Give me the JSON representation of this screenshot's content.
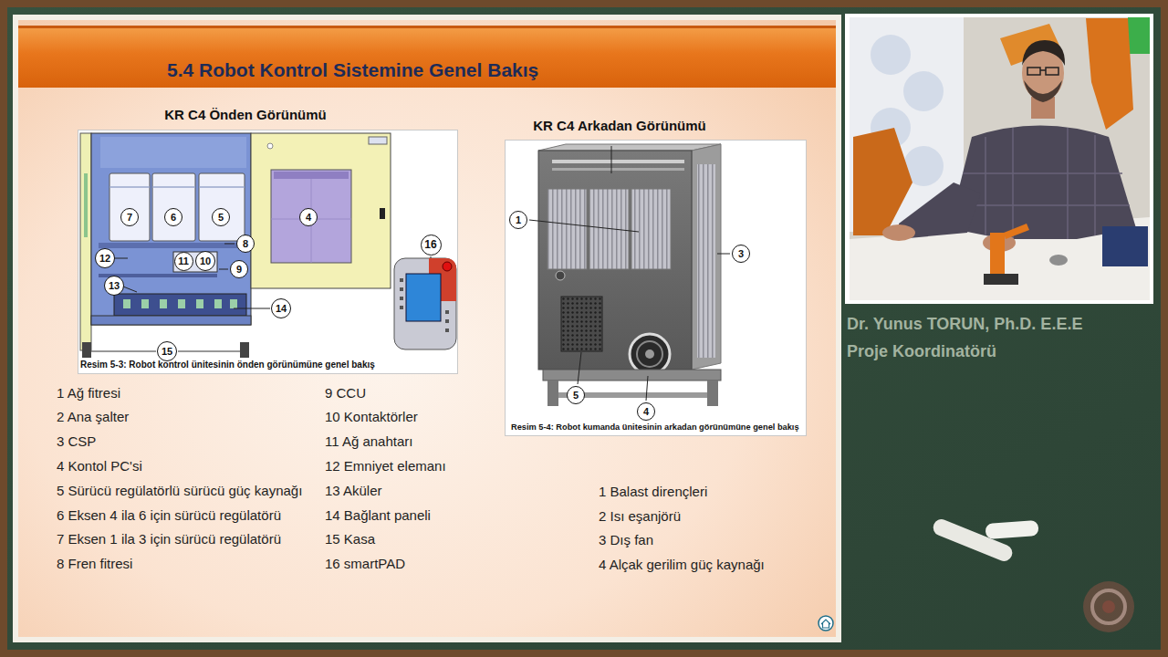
{
  "diagram": {
    "title": "5.4 Robot Kontrol Sistemine Genel Bakış",
    "nodes": [
      {
        "text": [
          "KR C4 Önden Görünümü",
          "Resim 5-3: Robot kontrol ünitesinin önden görünümüne genel bakış"
        ]
      },
      {
        "text": [
          "7"
        ],
        "in": 0
      },
      {
        "text": [
          "6"
        ],
        "in": 0
      },
      {
        "text": [
          "5"
        ],
        "in": 0
      },
      {
        "text": [
          "4"
        ],
        "in": 0
      },
      {
        "text": [
          "8"
        ],
        "in": 0
      },
      {
        "text": [
          "12"
        ],
        "in": 0
      },
      {
        "text": [
          "11"
        ],
        "in": 0
      },
      {
        "text": [
          "10"
        ],
        "in": 0
      },
      {
        "text": [
          "9"
        ],
        "in": 0
      },
      {
        "text": [
          "13"
        ],
        "in": 0
      },
      {
        "text": [
          "14"
        ],
        "in": 0
      },
      {
        "text": [
          "15"
        ],
        "in": 0
      },
      {
        "text": [
          "16"
        ],
        "in": 0
      },
      {
        "text": [
          "KR C4 Arkadan Görünümü",
          "Resim 5-4: Robot kumanda ünitesinin arkadan görünümüne genel bakış"
        ]
      },
      {
        "text": [
          "1"
        ],
        "in": 14
      },
      {
        "text": [
          "3"
        ],
        "in": 14
      },
      {
        "text": [
          "5"
        ],
        "in": 14
      },
      {
        "text": [
          "4"
        ],
        "in": 14
      }
    ],
    "labels": [
      "1 Ağ fitresi",
      "2 Ana şalter",
      "3 CSP",
      "4 Kontol PC'si",
      "5 Sürücü regülatörlü sürücü güç kaynağı",
      "6 Eksen 4 ila 6 için sürücü regülatörü",
      "7 Eksen 1 ila 3 için sürücü regülatörü",
      "8 Fren fitresi",
      "9 CCU",
      "10 Kontaktörler",
      "11 Ağ anahtarı",
      "12 Emniyet elemanı",
      "13 Aküler",
      "14 Bağlant paneli",
      "15 Kasa",
      "16 smartPAD",
      "1 Balast dirençleri",
      "2 Isı eşanjörü",
      "3 Dış fan",
      "4 Alçak gerilim güç kaynağı",
      "Dr. Yunus TORUN, Ph.D. E.E.E",
      "Proje Koordinatörü"
    ]
  }
}
